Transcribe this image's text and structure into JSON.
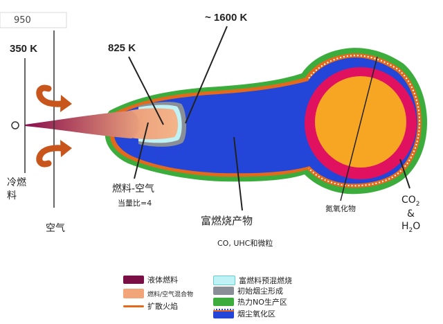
{
  "temperatures": {
    "t950": "950",
    "t350": "350 K",
    "t825": "825 K",
    "t1600": "~ 1600 K"
  },
  "labels": {
    "cold_fuel_a": "冷燃",
    "cold_fuel_b": "料",
    "air": "空气",
    "fuel_air": "燃料-空气",
    "equivalence_ratio": "当量比=4",
    "rich_products": "富燃烧产物",
    "products_list": "CO, UHC和微粒",
    "nitrogen_oxides": "氮氧化物",
    "co2_a": "CO",
    "co2_sub": "2",
    "and": "&",
    "h2o_a": "H",
    "h2o_sub": "2",
    "h2o_b": "O"
  },
  "legend": {
    "left": [
      {
        "label": "液体燃料",
        "color": "#7a0f45"
      },
      {
        "label": "燃料/空气混合物",
        "color": "#f1a578"
      },
      {
        "label": "扩散火焰",
        "color": "#e36a1c"
      }
    ],
    "right": [
      {
        "label": "富燃料预混燃烧",
        "color": "#bff1f5"
      },
      {
        "label": "初始烟尘形成",
        "color": "#8a8e96"
      },
      {
        "label": "热力NO生产区",
        "color": "#3cad3c"
      },
      {
        "label": "烟尘氧化区",
        "color": "#2346d8"
      }
    ]
  },
  "colors": {
    "blue": "#2346d8",
    "green": "#3cad3c",
    "orange_line": "#e36a1c",
    "magenta": "#e0115f",
    "core": "#f7a623",
    "spray": "#8a0f4e",
    "premix": "#bff1f5",
    "soot": "#8a8e96",
    "mix": "#f1a578",
    "arrow": "#c8561c"
  }
}
